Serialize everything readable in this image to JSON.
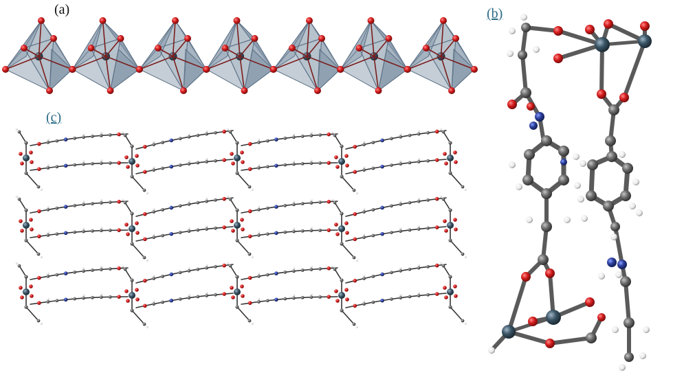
{
  "figure": {
    "panels": [
      {
        "id": "a",
        "label": "(a)",
        "content": "octahedral-chain"
      },
      {
        "id": "b",
        "label": "(b)",
        "content": "ball-and-stick-dimer"
      },
      {
        "id": "c",
        "label": "(c)",
        "content": "layered-network"
      }
    ]
  },
  "colors": {
    "polyhedron_face": "#7f93a6",
    "polyhedron_edge": "#5b6f84",
    "oxygen": "#d51d1d",
    "metal": "#3b5566",
    "carbon": "#6e6e6e",
    "nitrogen": "#2b3f9c",
    "hydrogen": "#f2f2f2",
    "bond": "#5a5a5a",
    "label_link": "#2a6b86"
  }
}
